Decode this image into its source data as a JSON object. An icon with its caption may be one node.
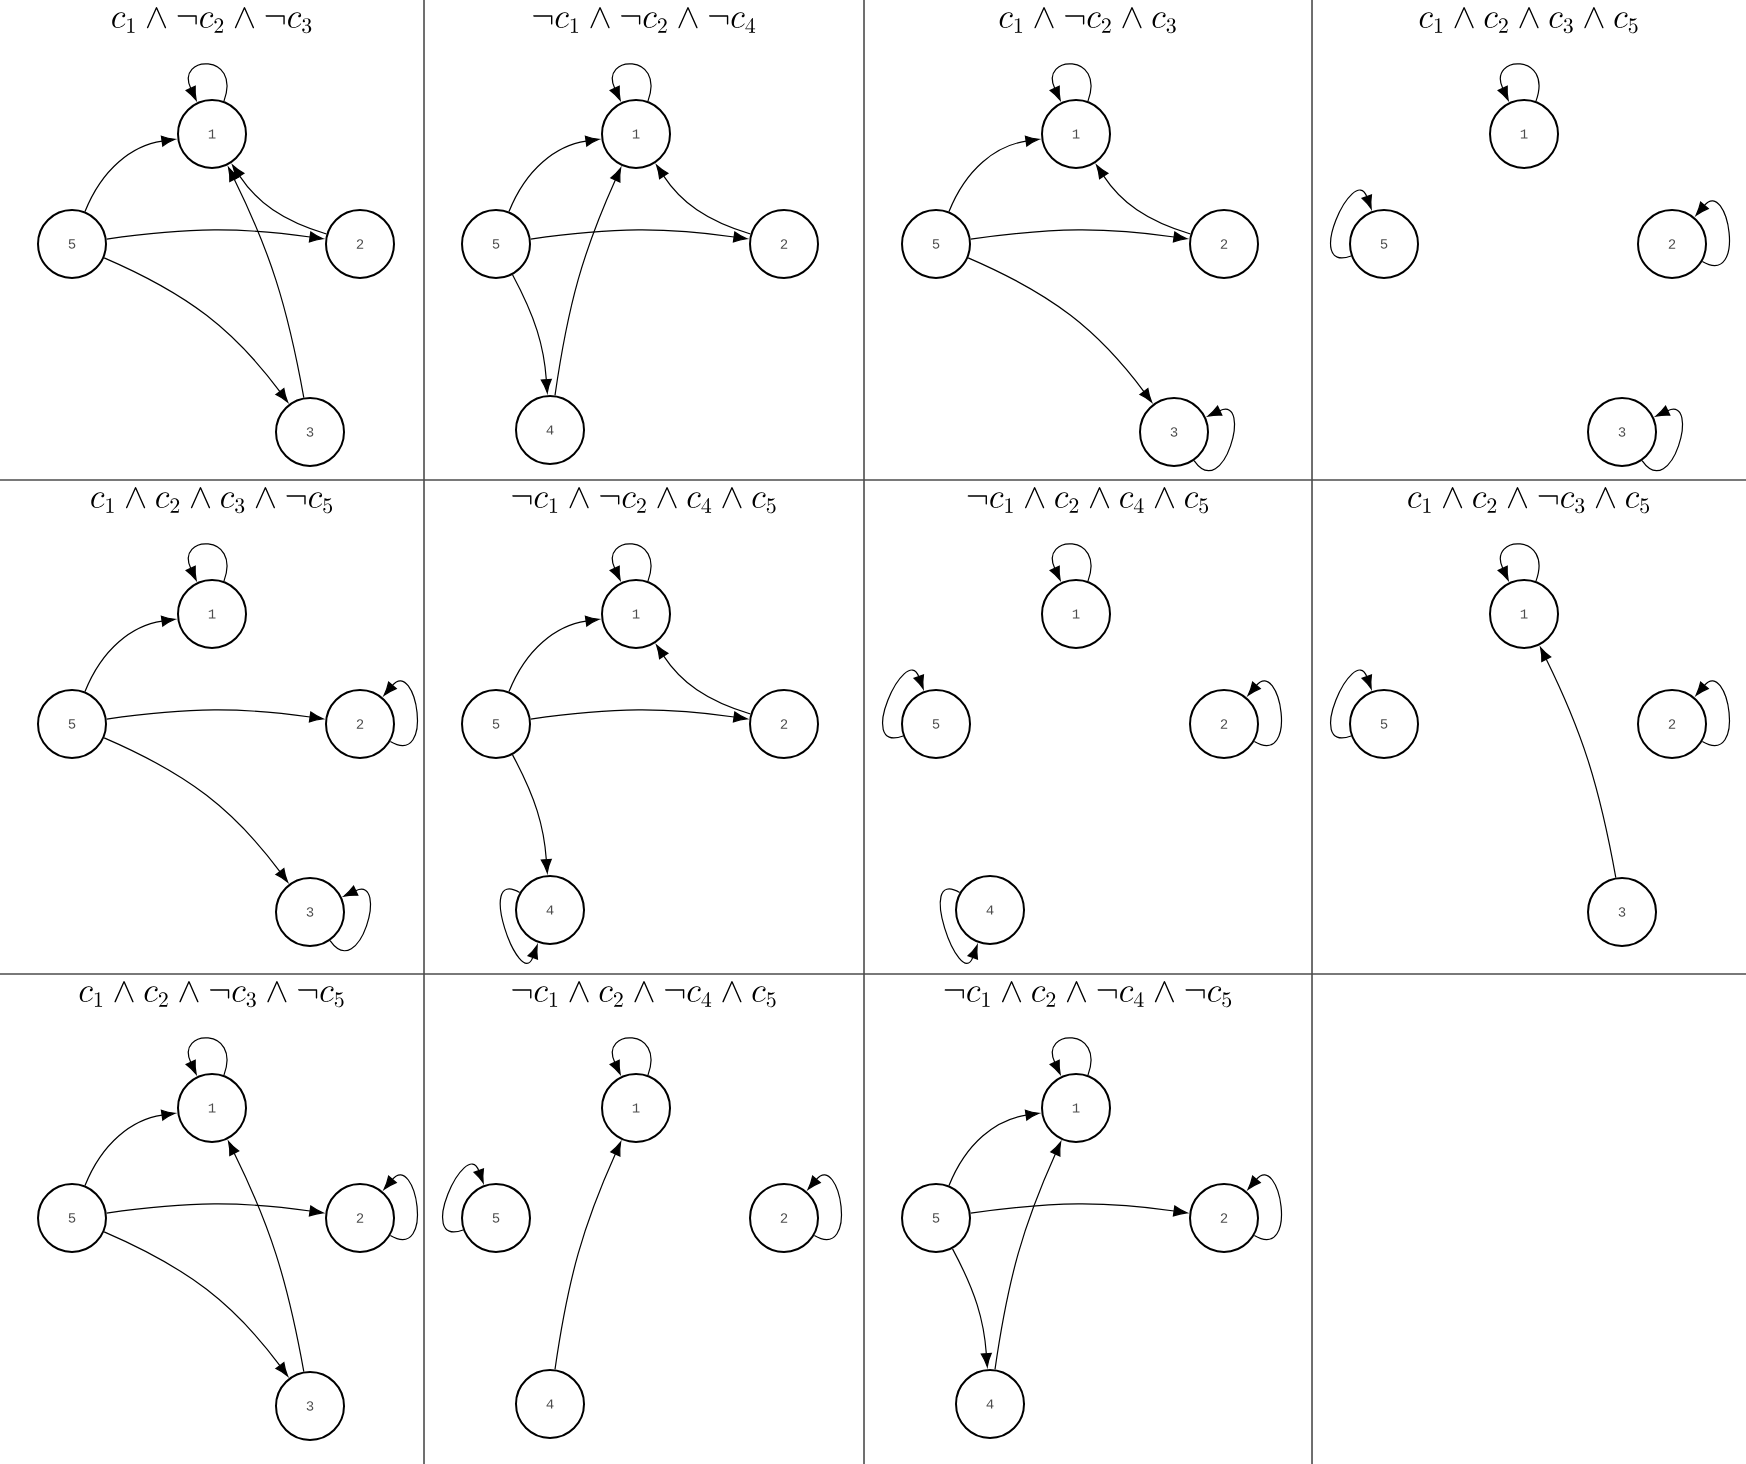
{
  "diagram": {
    "nodes": [
      {
        "text": [
          "1"
        ]
      },
      {
        "text": [
          "5"
        ]
      },
      {
        "text": [
          "2"
        ]
      },
      {
        "text": [
          "3"
        ]
      },
      {
        "text": [
          "1"
        ]
      },
      {
        "text": [
          "5"
        ]
      },
      {
        "text": [
          "2"
        ]
      },
      {
        "text": [
          "4"
        ]
      },
      {
        "text": [
          "1"
        ]
      },
      {
        "text": [
          "5"
        ]
      },
      {
        "text": [
          "2"
        ]
      },
      {
        "text": [
          "3"
        ]
      },
      {
        "text": [
          "1"
        ]
      },
      {
        "text": [
          "5"
        ]
      },
      {
        "text": [
          "2"
        ]
      },
      {
        "text": [
          "3"
        ]
      },
      {
        "text": [
          "1"
        ]
      },
      {
        "text": [
          "5"
        ]
      },
      {
        "text": [
          "2"
        ]
      },
      {
        "text": [
          "3"
        ]
      },
      {
        "text": [
          "1"
        ]
      },
      {
        "text": [
          "5"
        ]
      },
      {
        "text": [
          "2"
        ]
      },
      {
        "text": [
          "4"
        ]
      },
      {
        "text": [
          "1"
        ]
      },
      {
        "text": [
          "5"
        ]
      },
      {
        "text": [
          "2"
        ]
      },
      {
        "text": [
          "4"
        ]
      },
      {
        "text": [
          "1"
        ]
      },
      {
        "text": [
          "5"
        ]
      },
      {
        "text": [
          "2"
        ]
      },
      {
        "text": [
          "3"
        ]
      },
      {
        "text": [
          "1"
        ]
      },
      {
        "text": [
          "5"
        ]
      },
      {
        "text": [
          "2"
        ]
      },
      {
        "text": [
          "3"
        ]
      },
      {
        "text": [
          "1"
        ]
      },
      {
        "text": [
          "5"
        ]
      },
      {
        "text": [
          "2"
        ]
      },
      {
        "text": [
          "4"
        ]
      },
      {
        "text": [
          "1"
        ]
      },
      {
        "text": [
          "5"
        ]
      },
      {
        "text": [
          "2"
        ]
      },
      {
        "text": [
          "4"
        ]
      }
    ],
    "edges": [
      {
        "from": 0,
        "to": 0,
        "arrow": "to"
      },
      {
        "from": 1,
        "to": 0,
        "arrow": "to"
      },
      {
        "from": 2,
        "to": 0,
        "arrow": "to"
      },
      {
        "from": 1,
        "to": 2,
        "arrow": "to"
      },
      {
        "from": 1,
        "to": 3,
        "arrow": "to"
      },
      {
        "from": 3,
        "to": 0,
        "arrow": "to"
      },
      {
        "from": 4,
        "to": 4,
        "arrow": "to"
      },
      {
        "from": 5,
        "to": 4,
        "arrow": "to"
      },
      {
        "from": 6,
        "to": 4,
        "arrow": "to"
      },
      {
        "from": 5,
        "to": 6,
        "arrow": "to"
      },
      {
        "from": 5,
        "to": 7,
        "arrow": "to"
      },
      {
        "from": 7,
        "to": 4,
        "arrow": "to"
      },
      {
        "from": 8,
        "to": 8,
        "arrow": "to"
      },
      {
        "from": 9,
        "to": 8,
        "arrow": "to"
      },
      {
        "from": 10,
        "to": 8,
        "arrow": "to"
      },
      {
        "from": 9,
        "to": 10,
        "arrow": "to"
      },
      {
        "from": 9,
        "to": 11,
        "arrow": "to"
      },
      {
        "from": 11,
        "to": 11,
        "arrow": "to"
      },
      {
        "from": 12,
        "to": 12,
        "arrow": "to"
      },
      {
        "from": 13,
        "to": 13,
        "arrow": "to"
      },
      {
        "from": 14,
        "to": 14,
        "arrow": "to"
      },
      {
        "from": 15,
        "to": 15,
        "arrow": "to"
      },
      {
        "from": 16,
        "to": 16,
        "arrow": "to"
      },
      {
        "from": 17,
        "to": 16,
        "arrow": "to"
      },
      {
        "from": 17,
        "to": 18,
        "arrow": "to"
      },
      {
        "from": 18,
        "to": 18,
        "arrow": "to"
      },
      {
        "from": 17,
        "to": 19,
        "arrow": "to"
      },
      {
        "from": 19,
        "to": 19,
        "arrow": "to"
      },
      {
        "from": 20,
        "to": 20,
        "arrow": "to"
      },
      {
        "from": 21,
        "to": 20,
        "arrow": "to"
      },
      {
        "from": 22,
        "to": 20,
        "arrow": "to"
      },
      {
        "from": 21,
        "to": 22,
        "arrow": "to"
      },
      {
        "from": 21,
        "to": 23,
        "arrow": "to"
      },
      {
        "from": 23,
        "to": 23,
        "arrow": "to"
      },
      {
        "from": 24,
        "to": 24,
        "arrow": "to"
      },
      {
        "from": 25,
        "to": 25,
        "arrow": "to"
      },
      {
        "from": 26,
        "to": 26,
        "arrow": "to"
      },
      {
        "from": 27,
        "to": 27,
        "arrow": "to"
      },
      {
        "from": 28,
        "to": 28,
        "arrow": "to"
      },
      {
        "from": 29,
        "to": 29,
        "arrow": "to"
      },
      {
        "from": 30,
        "to": 30,
        "arrow": "to"
      },
      {
        "from": 31,
        "to": 28,
        "arrow": "to"
      },
      {
        "from": 32,
        "to": 32,
        "arrow": "to"
      },
      {
        "from": 33,
        "to": 32,
        "arrow": "to"
      },
      {
        "from": 33,
        "to": 34,
        "arrow": "to"
      },
      {
        "from": 34,
        "to": 34,
        "arrow": "to"
      },
      {
        "from": 33,
        "to": 35,
        "arrow": "to"
      },
      {
        "from": 35,
        "to": 32,
        "arrow": "to"
      },
      {
        "from": 36,
        "to": 36,
        "arrow": "to"
      },
      {
        "from": 37,
        "to": 37,
        "arrow": "to"
      },
      {
        "from": 38,
        "to": 38,
        "arrow": "to"
      },
      {
        "from": 39,
        "to": 36,
        "arrow": "to"
      },
      {
        "from": 40,
        "to": 40,
        "arrow": "to"
      },
      {
        "from": 41,
        "to": 40,
        "arrow": "to"
      },
      {
        "from": 41,
        "to": 42,
        "arrow": "to"
      },
      {
        "from": 42,
        "to": 42,
        "arrow": "to"
      },
      {
        "from": 41,
        "to": 43,
        "arrow": "to"
      },
      {
        "from": 43,
        "to": 40,
        "arrow": "to"
      }
    ],
    "labels": [
      "c_1 \\wedge \\neg c_2 \\wedge \\neg c_3",
      "\\neg c_1 \\wedge \\neg c_2 \\wedge \\neg c_4",
      "c_1 \\wedge \\neg c_2 \\wedge c_3",
      "c_1 \\wedge c_2 \\wedge c_3 \\wedge c_5",
      "c_1 \\wedge c_2 \\wedge c_3 \\wedge \\neg c_5",
      "\\neg c_1 \\wedge \\neg c_2 \\wedge c_4 \\wedge c_5",
      "\\neg c_1 \\wedge c_2 \\wedge c_4 \\wedge c_5",
      "c_1 \\wedge c_2 \\wedge \\neg c_3 \\wedge c_5",
      "c_1 \\wedge c_2 \\wedge \\neg c_3 \\wedge \\neg c_5",
      "\\neg c_1 \\wedge c_2 \\wedge \\neg c_4 \\wedge c_5",
      "\\neg c_1 \\wedge c_2 \\wedge \\neg c_4 \\wedge \\neg c_5"
    ]
  }
}
